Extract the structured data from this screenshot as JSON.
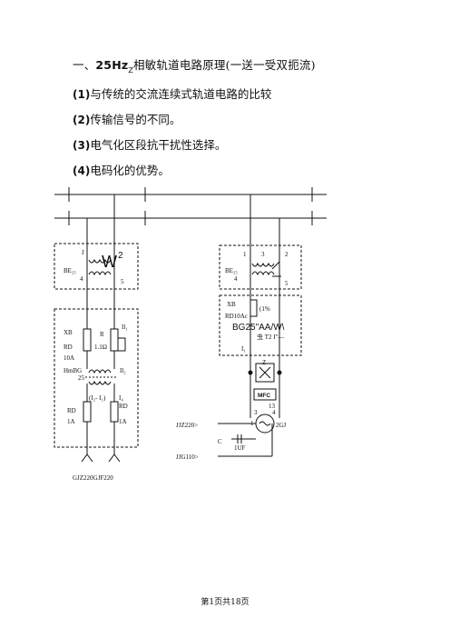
{
  "heading": {
    "prefix": "一、",
    "freq": "25Hz",
    "sub": "Z",
    "rest": "相敏轨道电路原理(一送一受双扼流)"
  },
  "items": [
    {
      "num": "(1)",
      "text": "与传统的交流连续式轨道电路的比较"
    },
    {
      "num": "(2)",
      "text": "传输信号的不同。"
    },
    {
      "num": "(3)",
      "text": "电气化区段抗干扰性选择。"
    },
    {
      "num": "(4)",
      "text": "电码化的优势。"
    }
  ],
  "diagram": {
    "left": {
      "t_left": "J",
      "t_num4": "4",
      "t_num5": "5",
      "w_label": "W",
      "w_sup": "2",
      "be_label": "BE₂₅",
      "xb": "XB",
      "rd": "RD",
      "rd_val": "10A",
      "r": "R",
      "r_val": "1.1Ω",
      "il": "Il₁",
      "hbg": "HmBG",
      "hbg_val": "25",
      "i2": "Il₂",
      "current_expr": "(I₂- I₁)",
      "rd2": "RD",
      "rd2_val": "1A",
      "rd3": "RD",
      "rd3_val": "1A",
      "i4": "I₄",
      "bottom": "GJZ220GJF220"
    },
    "right": {
      "t1": "1",
      "t3": "3",
      "t2": "2",
      "t4": "4",
      "t5": "5",
      "be_label": "BE₂₅",
      "xb": "XB",
      "rd_val": "RD10Ac",
      "pct": "(1%",
      "model": "BG25\"AA/W\\",
      "small1": "虫 T2 I\"—",
      "small2": "I₁",
      "z_label": "Z",
      "mfc": "MFC",
      "n13": "13",
      "n3": "3",
      "n4": "4",
      "n1": "1",
      "gj": "2GJ",
      "jjz": "JJZ220>",
      "c_label": "C",
      "c_val": "1UF",
      "jjg": "JJG110>"
    }
  },
  "footer": "第1页共18页"
}
